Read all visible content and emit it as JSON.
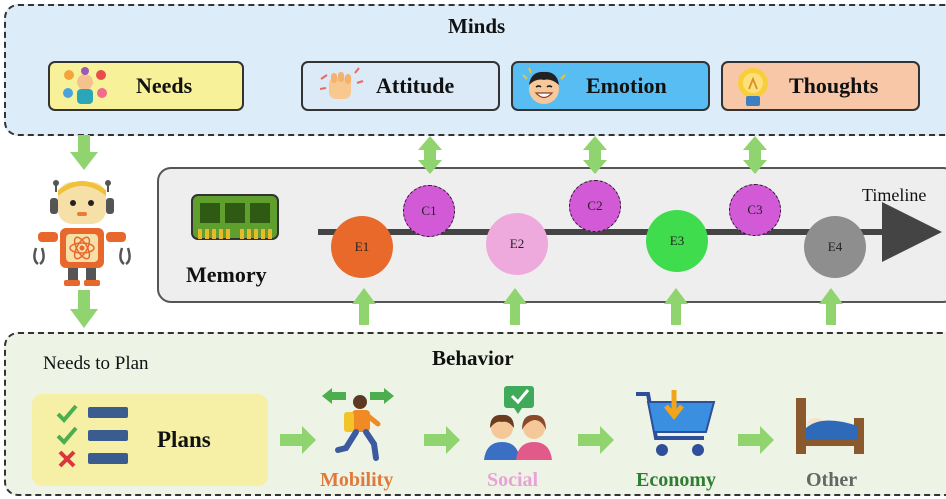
{
  "minds": {
    "title": "Minds",
    "needs": "Needs",
    "attitude": "Attitude",
    "emotion": "Emotion",
    "thoughts": "Thoughts"
  },
  "memory": {
    "label": "Memory",
    "timeline": "Timeline",
    "events": [
      "E1",
      "E2",
      "E3",
      "E4"
    ],
    "cognitions": [
      "C1",
      "C2",
      "C3"
    ]
  },
  "behavior": {
    "title": "Behavior",
    "needs_to_plan": "Needs to Plan",
    "plans": "Plans",
    "mobility": "Mobility",
    "social": "Social",
    "economy": "Economy",
    "other": "Other"
  },
  "colors": {
    "e1": "#e8692a",
    "e2": "#eeaadd",
    "e3": "#3fdc4e",
    "e4": "#8e8e8e",
    "c": "#d35ad6",
    "arrow": "#8fd46f",
    "mobility": "#e07a3a",
    "social": "#e8a2d5",
    "economy": "#2e7d32",
    "other": "#666666"
  }
}
